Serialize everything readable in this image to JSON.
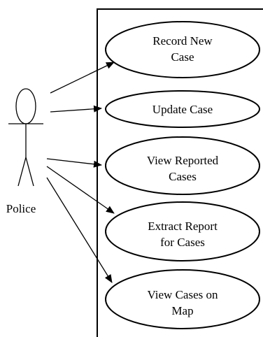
{
  "actor": {
    "name": "Police"
  },
  "use_cases": [
    {
      "id": "record-new-case",
      "lines": [
        "Record New",
        "Case"
      ]
    },
    {
      "id": "update-case",
      "lines": [
        "Update Case"
      ]
    },
    {
      "id": "view-reported-cases",
      "lines": [
        "View Reported",
        "Cases"
      ]
    },
    {
      "id": "extract-report-for-cases",
      "lines": [
        "Extract Report",
        "for Cases"
      ]
    },
    {
      "id": "view-cases-on-map",
      "lines": [
        "View Cases on",
        "Map"
      ]
    }
  ],
  "colors": {
    "stroke": "#000000",
    "fill": "#ffffff",
    "text": "#000000"
  }
}
